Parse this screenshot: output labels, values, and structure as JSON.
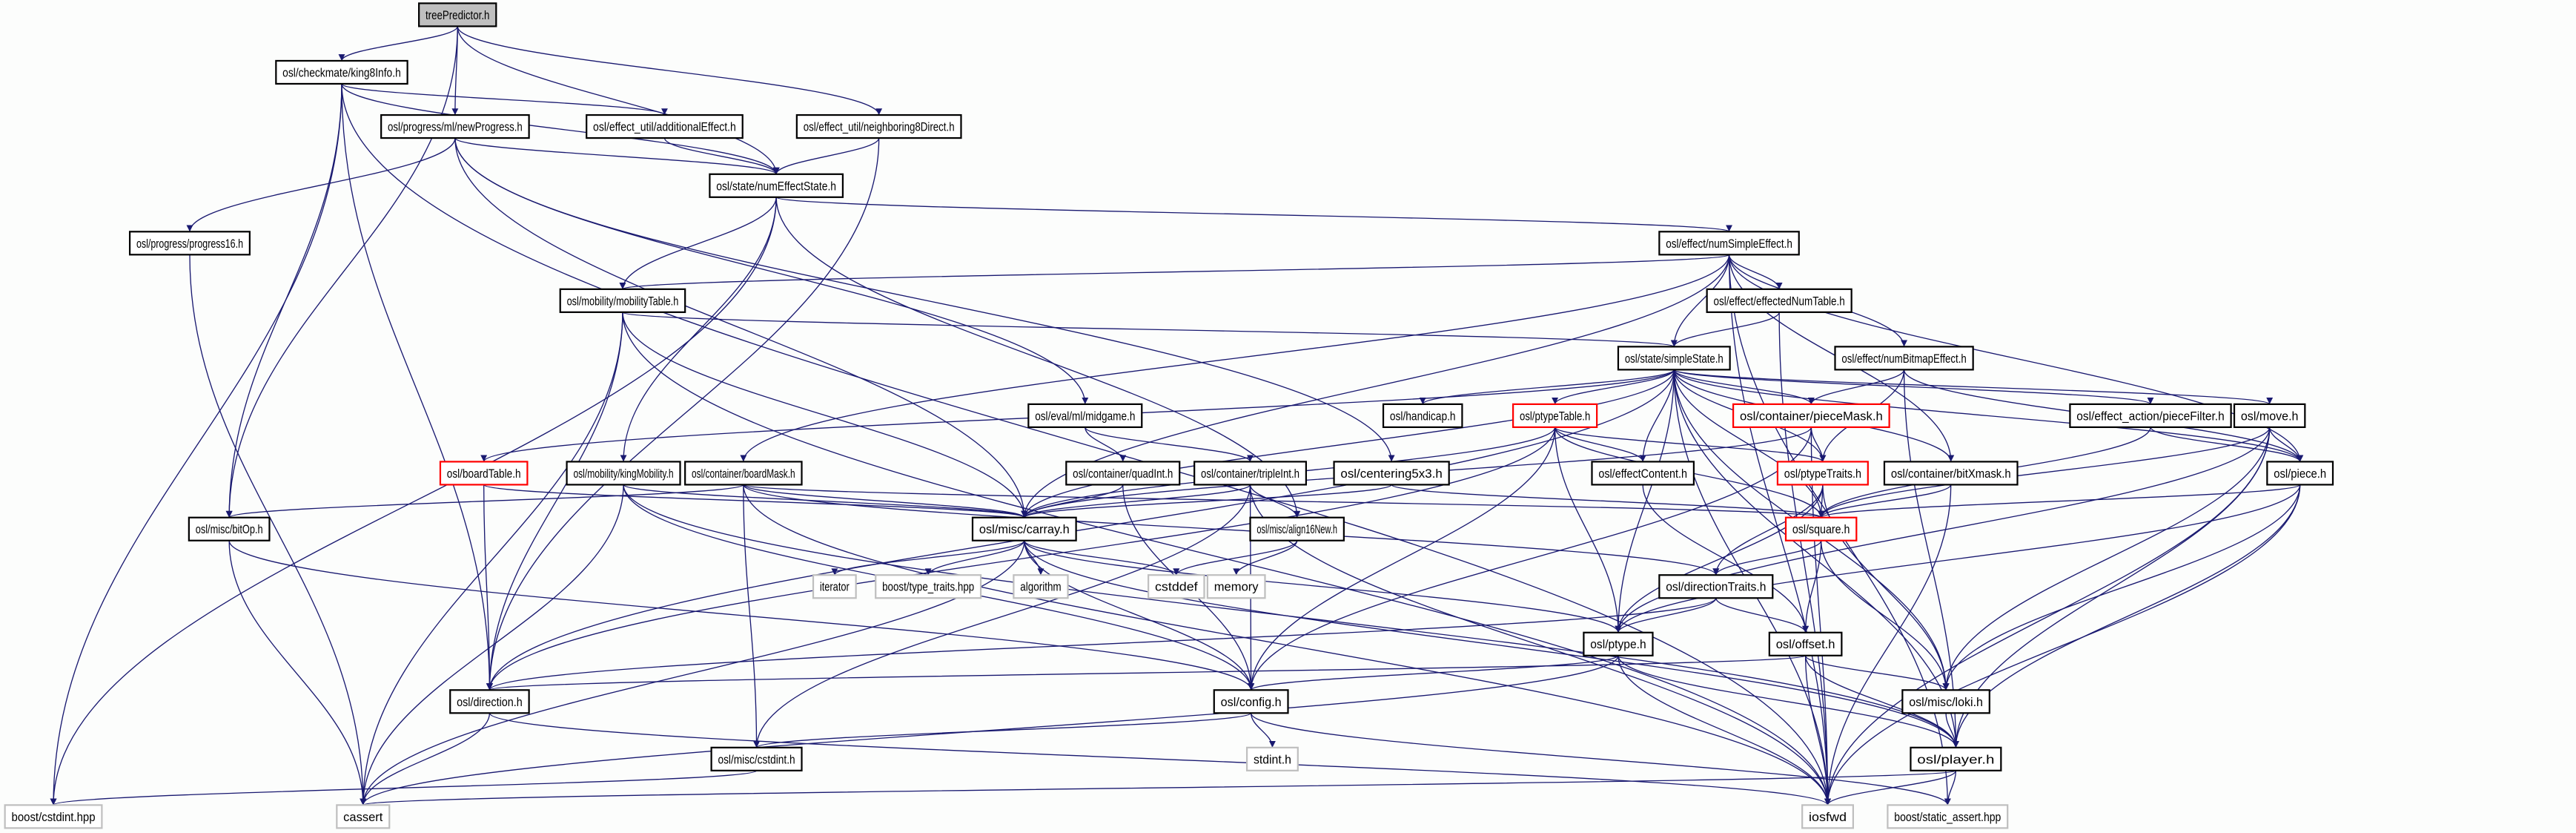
{
  "title": "treePredictor.h",
  "colors": {
    "edge": "#191970",
    "root_fill": "#bfbfbf",
    "normal_border": "#000000",
    "truncated_border": "#ff0000",
    "external_border": "#bfbfbf",
    "background": "#fcfdfc"
  },
  "nodes": [
    {
      "id": "treePredictor",
      "label": "treePredictor.h",
      "kind": "root"
    },
    {
      "id": "king8Info",
      "label": "osl/checkmate/king8Info.h",
      "kind": "normal"
    },
    {
      "id": "newProgress",
      "label": "osl/progress/ml/newProgress.h",
      "kind": "normal"
    },
    {
      "id": "additionalEffect",
      "label": "osl/effect_util/additionalEffect.h",
      "kind": "normal"
    },
    {
      "id": "neighboring8Direct",
      "label": "osl/effect_util/neighboring8Direct.h",
      "kind": "normal"
    },
    {
      "id": "numEffectState",
      "label": "osl/state/numEffectState.h",
      "kind": "normal"
    },
    {
      "id": "progress16",
      "label": "osl/progress/progress16.h",
      "kind": "normal"
    },
    {
      "id": "numSimpleEffect",
      "label": "osl/effect/numSimpleEffect.h",
      "kind": "normal"
    },
    {
      "id": "mobilityTable",
      "label": "osl/mobility/mobilityTable.h",
      "kind": "normal"
    },
    {
      "id": "effectedNumTable",
      "label": "osl/effect/effectedNumTable.h",
      "kind": "normal"
    },
    {
      "id": "simpleState",
      "label": "osl/state/simpleState.h",
      "kind": "normal"
    },
    {
      "id": "numBitmapEffect",
      "label": "osl/effect/numBitmapEffect.h",
      "kind": "normal"
    },
    {
      "id": "midgame",
      "label": "osl/eval/ml/midgame.h",
      "kind": "normal"
    },
    {
      "id": "handicap",
      "label": "osl/handicap.h",
      "kind": "normal"
    },
    {
      "id": "ptypeTable",
      "label": "osl/ptypeTable.h",
      "kind": "truncated"
    },
    {
      "id": "pieceMask",
      "label": "osl/container/pieceMask.h",
      "kind": "truncated"
    },
    {
      "id": "pieceFilter",
      "label": "osl/effect_action/pieceFilter.h",
      "kind": "normal"
    },
    {
      "id": "move",
      "label": "osl/move.h",
      "kind": "normal"
    },
    {
      "id": "boardTable",
      "label": "osl/boardTable.h",
      "kind": "truncated"
    },
    {
      "id": "kingMobility",
      "label": "osl/mobility/kingMobility.h",
      "kind": "normal"
    },
    {
      "id": "boardMask",
      "label": "osl/container/boardMask.h",
      "kind": "normal"
    },
    {
      "id": "quadInt",
      "label": "osl/container/quadInt.h",
      "kind": "normal"
    },
    {
      "id": "tripleInt",
      "label": "osl/container/tripleInt.h",
      "kind": "normal"
    },
    {
      "id": "centering5x3",
      "label": "osl/centering5x3.h",
      "kind": "normal"
    },
    {
      "id": "effectContent",
      "label": "osl/effectContent.h",
      "kind": "normal"
    },
    {
      "id": "ptypeTraits",
      "label": "osl/ptypeTraits.h",
      "kind": "truncated"
    },
    {
      "id": "bitXmask",
      "label": "osl/container/bitXmask.h",
      "kind": "normal"
    },
    {
      "id": "piece",
      "label": "osl/piece.h",
      "kind": "normal"
    },
    {
      "id": "bitOp",
      "label": "osl/misc/bitOp.h",
      "kind": "normal"
    },
    {
      "id": "carray",
      "label": "osl/misc/carray.h",
      "kind": "normal"
    },
    {
      "id": "align16New",
      "label": "osl/misc/align16New.h",
      "kind": "normal"
    },
    {
      "id": "square",
      "label": "osl/square.h",
      "kind": "truncated"
    },
    {
      "id": "iterator",
      "label": "iterator",
      "kind": "external"
    },
    {
      "id": "type_traits",
      "label": "boost/type_traits.hpp",
      "kind": "external"
    },
    {
      "id": "algorithm",
      "label": "algorithm",
      "kind": "external"
    },
    {
      "id": "cstddef",
      "label": "cstddef",
      "kind": "external"
    },
    {
      "id": "memory",
      "label": "memory",
      "kind": "external"
    },
    {
      "id": "directionTraits",
      "label": "osl/directionTraits.h",
      "kind": "normal"
    },
    {
      "id": "ptype",
      "label": "osl/ptype.h",
      "kind": "normal"
    },
    {
      "id": "offset",
      "label": "osl/offset.h",
      "kind": "normal"
    },
    {
      "id": "direction",
      "label": "osl/direction.h",
      "kind": "normal"
    },
    {
      "id": "config",
      "label": "osl/config.h",
      "kind": "normal"
    },
    {
      "id": "loki",
      "label": "osl/misc/loki.h",
      "kind": "normal"
    },
    {
      "id": "stdint",
      "label": "stdint.h",
      "kind": "external"
    },
    {
      "id": "cstdint",
      "label": "osl/misc/cstdint.h",
      "kind": "normal"
    },
    {
      "id": "player",
      "label": "osl/player.h",
      "kind": "normal"
    },
    {
      "id": "boost_cstdint",
      "label": "boost/cstdint.hpp",
      "kind": "external"
    },
    {
      "id": "cassert",
      "label": "cassert",
      "kind": "external"
    },
    {
      "id": "iosfwd",
      "label": "iosfwd",
      "kind": "external"
    },
    {
      "id": "static_assert",
      "label": "boost/static_assert.hpp",
      "kind": "external"
    }
  ],
  "edges": [
    [
      "treePredictor",
      "king8Info"
    ],
    [
      "treePredictor",
      "newProgress"
    ],
    [
      "treePredictor",
      "numEffectState"
    ],
    [
      "treePredictor",
      "neighboring8Direct"
    ],
    [
      "treePredictor",
      "bitOp"
    ],
    [
      "king8Info",
      "additionalEffect"
    ],
    [
      "king8Info",
      "numEffectState"
    ],
    [
      "king8Info",
      "bitOp"
    ],
    [
      "king8Info",
      "boost_cstdint"
    ],
    [
      "king8Info",
      "direction"
    ],
    [
      "king8Info",
      "iosfwd"
    ],
    [
      "newProgress",
      "numEffectState"
    ],
    [
      "newProgress",
      "progress16"
    ],
    [
      "newProgress",
      "midgame"
    ],
    [
      "newProgress",
      "centering5x3"
    ],
    [
      "newProgress",
      "carray"
    ],
    [
      "additionalEffect",
      "numEffectState"
    ],
    [
      "neighboring8Direct",
      "numEffectState"
    ],
    [
      "neighboring8Direct",
      "direction"
    ],
    [
      "numEffectState",
      "numSimpleEffect"
    ],
    [
      "numEffectState",
      "mobilityTable"
    ],
    [
      "numEffectState",
      "kingMobility"
    ],
    [
      "numEffectState",
      "boost_cstdint"
    ],
    [
      "numEffectState",
      "align16New"
    ],
    [
      "progress16",
      "cassert"
    ],
    [
      "numSimpleEffect",
      "effectedNumTable"
    ],
    [
      "numSimpleEffect",
      "simpleState"
    ],
    [
      "numSimpleEffect",
      "numBitmapEffect"
    ],
    [
      "numSimpleEffect",
      "mobilityTable"
    ],
    [
      "numSimpleEffect",
      "boardMask"
    ],
    [
      "numSimpleEffect",
      "carray"
    ],
    [
      "numSimpleEffect",
      "bitXmask"
    ],
    [
      "numSimpleEffect",
      "piece"
    ],
    [
      "numSimpleEffect",
      "static_assert"
    ],
    [
      "numSimpleEffect",
      "iosfwd"
    ],
    [
      "mobilityTable",
      "simpleState"
    ],
    [
      "mobilityTable",
      "carray"
    ],
    [
      "mobilityTable",
      "direction"
    ],
    [
      "mobilityTable",
      "cassert"
    ],
    [
      "mobilityTable",
      "iosfwd"
    ],
    [
      "effectedNumTable",
      "simpleState"
    ],
    [
      "effectedNumTable",
      "iosfwd"
    ],
    [
      "simpleState",
      "handicap"
    ],
    [
      "simpleState",
      "ptypeTable"
    ],
    [
      "simpleState",
      "pieceMask"
    ],
    [
      "simpleState",
      "effectContent"
    ],
    [
      "simpleState",
      "ptypeTraits"
    ],
    [
      "simpleState",
      "bitXmask"
    ],
    [
      "simpleState",
      "pieceFilter"
    ],
    [
      "simpleState",
      "move"
    ],
    [
      "simpleState",
      "piece"
    ],
    [
      "simpleState",
      "boardTable"
    ],
    [
      "simpleState",
      "carray"
    ],
    [
      "simpleState",
      "ptype"
    ],
    [
      "simpleState",
      "direction"
    ],
    [
      "simpleState",
      "loki"
    ],
    [
      "simpleState",
      "square"
    ],
    [
      "simpleState",
      "iosfwd"
    ],
    [
      "simpleState",
      "player"
    ],
    [
      "numBitmapEffect",
      "pieceMask"
    ],
    [
      "numBitmapEffect",
      "ptypeTraits"
    ],
    [
      "numBitmapEffect",
      "piece"
    ],
    [
      "numBitmapEffect",
      "player"
    ],
    [
      "midgame",
      "quadInt"
    ],
    [
      "midgame",
      "tripleInt"
    ],
    [
      "ptypeTable",
      "effectContent"
    ],
    [
      "ptypeTable",
      "ptypeTraits"
    ],
    [
      "ptypeTable",
      "carray"
    ],
    [
      "ptypeTable",
      "config"
    ],
    [
      "ptypeTable",
      "ptype"
    ],
    [
      "ptypeTable",
      "square"
    ],
    [
      "ptypeTable",
      "direction"
    ],
    [
      "pieceMask",
      "ptypeTraits"
    ],
    [
      "pieceMask",
      "config"
    ],
    [
      "pieceMask",
      "iosfwd"
    ],
    [
      "pieceMask",
      "carray"
    ],
    [
      "pieceFilter",
      "piece"
    ],
    [
      "pieceFilter",
      "square"
    ],
    [
      "move",
      "piece"
    ],
    [
      "move",
      "square"
    ],
    [
      "move",
      "ptype"
    ],
    [
      "move",
      "loki"
    ],
    [
      "move",
      "player"
    ],
    [
      "move",
      "iosfwd"
    ],
    [
      "boardTable",
      "carray"
    ],
    [
      "boardTable",
      "direction"
    ],
    [
      "kingMobility",
      "carray"
    ],
    [
      "kingMobility",
      "config"
    ],
    [
      "kingMobility",
      "player"
    ],
    [
      "kingMobility",
      "cassert"
    ],
    [
      "boardMask",
      "bitOp"
    ],
    [
      "boardMask",
      "carray"
    ],
    [
      "boardMask",
      "square"
    ],
    [
      "boardMask",
      "cstdint"
    ],
    [
      "boardMask",
      "iosfwd"
    ],
    [
      "boardMask",
      "directionTraits"
    ],
    [
      "quadInt",
      "carray"
    ],
    [
      "quadInt",
      "config"
    ],
    [
      "tripleInt",
      "carray"
    ],
    [
      "tripleInt",
      "align16New"
    ],
    [
      "tripleInt",
      "config"
    ],
    [
      "tripleInt",
      "cstdint"
    ],
    [
      "tripleInt",
      "iosfwd"
    ],
    [
      "centering5x3",
      "carray"
    ],
    [
      "centering5x3",
      "square"
    ],
    [
      "effectContent",
      "offset"
    ],
    [
      "ptypeTraits",
      "square"
    ],
    [
      "ptypeTraits",
      "directionTraits"
    ],
    [
      "ptypeTraits",
      "ptype"
    ],
    [
      "ptypeTraits",
      "loki"
    ],
    [
      "bitXmask",
      "square"
    ],
    [
      "bitXmask",
      "iosfwd"
    ],
    [
      "piece",
      "square"
    ],
    [
      "piece",
      "ptype"
    ],
    [
      "piece",
      "player"
    ],
    [
      "piece",
      "loki"
    ],
    [
      "piece",
      "iosfwd"
    ],
    [
      "bitOp",
      "config"
    ],
    [
      "bitOp",
      "cassert"
    ],
    [
      "carray",
      "iterator"
    ],
    [
      "carray",
      "type_traits"
    ],
    [
      "carray",
      "algorithm"
    ],
    [
      "carray",
      "cstddef"
    ],
    [
      "carray",
      "config"
    ],
    [
      "carray",
      "ptype"
    ],
    [
      "carray",
      "player"
    ],
    [
      "carray",
      "cassert"
    ],
    [
      "align16New",
      "cstddef"
    ],
    [
      "align16New",
      "memory"
    ],
    [
      "square",
      "directionTraits"
    ],
    [
      "square",
      "offset"
    ],
    [
      "square",
      "loki"
    ],
    [
      "directionTraits",
      "direction"
    ],
    [
      "directionTraits",
      "ptype"
    ],
    [
      "directionTraits",
      "offset"
    ],
    [
      "ptype",
      "config"
    ],
    [
      "ptype",
      "player"
    ],
    [
      "ptype",
      "cassert"
    ],
    [
      "ptype",
      "iosfwd"
    ],
    [
      "offset",
      "direction"
    ],
    [
      "offset",
      "loki"
    ],
    [
      "offset",
      "player"
    ],
    [
      "offset",
      "iosfwd"
    ],
    [
      "direction",
      "cassert"
    ],
    [
      "direction",
      "iosfwd"
    ],
    [
      "config",
      "stdint"
    ],
    [
      "config",
      "cstdint"
    ],
    [
      "config",
      "static_assert"
    ],
    [
      "loki",
      "player"
    ],
    [
      "cstdint",
      "boost_cstdint"
    ],
    [
      "player",
      "cassert"
    ],
    [
      "player",
      "iosfwd"
    ],
    [
      "player",
      "static_assert"
    ]
  ]
}
